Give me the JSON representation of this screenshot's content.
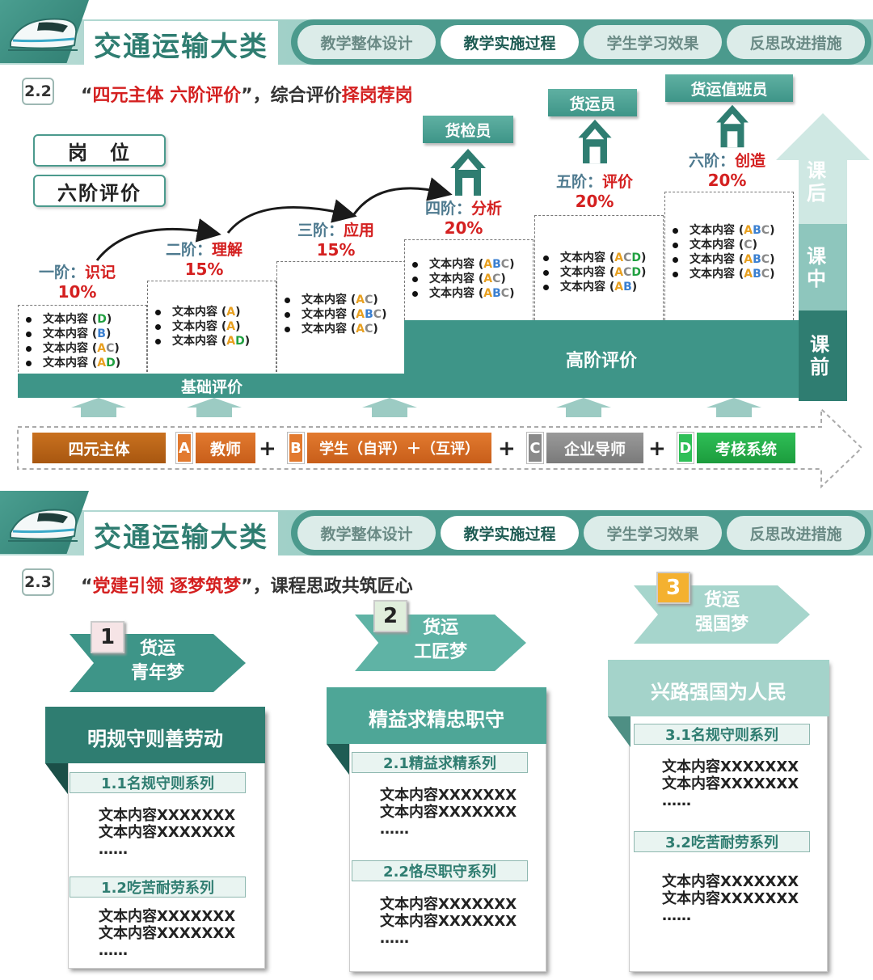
{
  "header": {
    "title": "交通运输大类",
    "tabs": [
      "教学整体设计",
      "教学实施过程",
      "学生学习效果",
      "反思改进措施"
    ],
    "active_tab": 1
  },
  "s22": {
    "num": "2.2",
    "title_q1": "“",
    "title_red": "四元主体 六阶评价",
    "title_q2": "”，综合评价",
    "title_red2": "择岗荐岗",
    "label_post": "岗　位",
    "label_eval": "六阶评价",
    "stages": [
      {
        "a": "一阶：",
        "b": "识记",
        "pct": "10%"
      },
      {
        "a": "二阶：",
        "b": "理解",
        "pct": "15%"
      },
      {
        "a": "三阶：",
        "b": "应用",
        "pct": "15%"
      },
      {
        "a": "四阶：",
        "b": "分析",
        "pct": "20%"
      },
      {
        "a": "五阶：",
        "b": "评价",
        "pct": "20%"
      },
      {
        "a": "六阶：",
        "b": "创造",
        "pct": "20%"
      }
    ],
    "roles": [
      "货检员",
      "货运员",
      "货运值班员"
    ],
    "item_label": "文本内容",
    "boxes": [
      [
        [
          "D"
        ],
        [
          "B"
        ],
        [
          "AC"
        ],
        [
          "AD"
        ]
      ],
      [
        [
          "A"
        ],
        [
          "A"
        ],
        [
          "AD"
        ]
      ],
      [
        [
          "AC"
        ],
        [
          "ABC"
        ],
        [
          "AC"
        ]
      ],
      [
        [
          "ABC"
        ],
        [
          "AC"
        ],
        [
          "ABC"
        ]
      ],
      [
        [
          "ACD"
        ],
        [
          "ACD"
        ],
        [
          "AB"
        ]
      ],
      [
        [
          "ABC"
        ],
        [
          "C"
        ],
        [
          "ABC"
        ],
        [
          "ABC"
        ]
      ]
    ],
    "base_label": "基础评价",
    "high_label": "高阶评价",
    "phase_after": "课后",
    "phase_mid": "课中",
    "phase_before": "课前",
    "subjects": {
      "main": "四元主体",
      "a_letter": "A",
      "a": "教师",
      "b_letter": "B",
      "b": "学生（自评）＋（互评）",
      "c_letter": "C",
      "c": "企业导师",
      "d_letter": "D",
      "d": "考核系统",
      "plus": "+"
    },
    "colors": {
      "A": "#e8a020",
      "B": "#3a7fd0",
      "C": "#888888",
      "D": "#20a040"
    }
  },
  "s23": {
    "num": "2.3",
    "title_q1": "“",
    "title_red": "党建引领 逐梦筑梦",
    "title_q2": "”，课程思政共筑匠心",
    "columns": [
      {
        "num": "1",
        "chev1": "货运",
        "chev2": "青年梦",
        "head": "明规守则善劳动",
        "series": [
          {
            "name": "1.1名规守则系列",
            "lines": [
              "文本内容XXXXXXX",
              "文本内容XXXXXXX",
              "……"
            ]
          },
          {
            "name": "1.2吃苦耐劳系列",
            "lines": [
              "文本内容XXXXXXX",
              "文本内容XXXXXXX",
              "……"
            ]
          }
        ]
      },
      {
        "num": "2",
        "chev1": "货运",
        "chev2": "工匠梦",
        "head": "精益求精忠职守",
        "series": [
          {
            "name": "2.1精益求精系列",
            "lines": [
              "文本内容XXXXXXX",
              "文本内容XXXXXXX",
              "……"
            ]
          },
          {
            "name": "2.2恪尽职守系列",
            "lines": [
              "文本内容XXXXXXX",
              "文本内容XXXXXXX",
              "……"
            ]
          }
        ]
      },
      {
        "num": "3",
        "chev1": "货运",
        "chev2": "强国梦",
        "head": "兴路强国为人民",
        "series": [
          {
            "name": "3.1名规守则系列",
            "lines": [
              "文本内容XXXXXXX",
              "文本内容XXXXXXX",
              "……"
            ]
          },
          {
            "name": "3.2吃苦耐劳系列",
            "lines": [
              "文本内容XXXXXXX",
              "文本内容XXXXXXX",
              "……"
            ]
          }
        ]
      }
    ]
  }
}
